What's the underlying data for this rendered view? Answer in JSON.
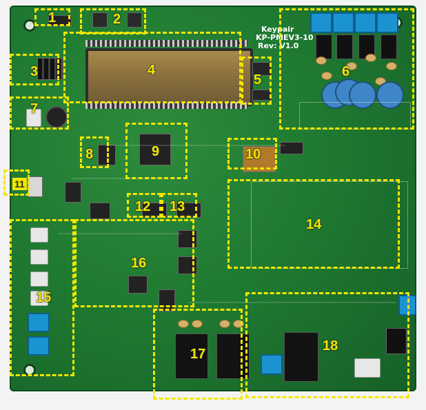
{
  "board": {
    "title": "Keypair",
    "model": "KP-PMEV3-10",
    "revision": "Rev: V1.0"
  },
  "labels": {
    "1": "1",
    "2": "2",
    "3": "3",
    "4": "4",
    "5": "5",
    "6": "6",
    "7": "7",
    "8": "8",
    "9": "9",
    "10": "10",
    "11": "11",
    "12": "12",
    "13": "13",
    "14": "14",
    "15": "15",
    "16": "16",
    "17": "17",
    "18": "18"
  },
  "colors": {
    "box_border": "#f2e600",
    "board_green": "#1f7a31"
  }
}
